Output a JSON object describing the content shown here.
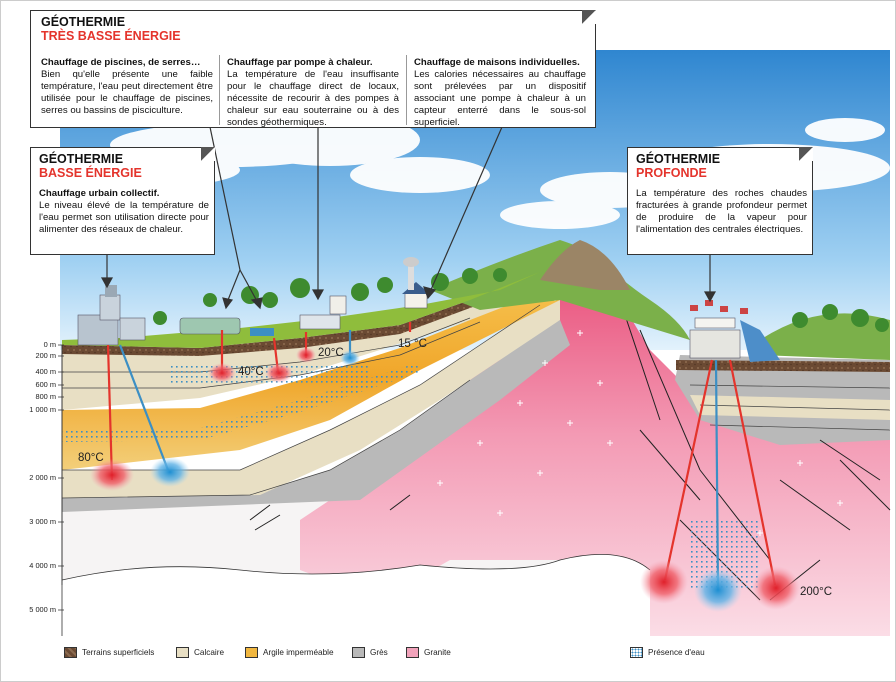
{
  "boxes": {
    "tres_basse": {
      "title": "GÉOTHERMIE",
      "subtitle": "TRÈS BASSE ÉNERGIE",
      "columns": [
        {
          "heading": "Chauffage de piscines, de serres…",
          "text": "Bien qu'elle présente une faible température, l'eau peut directement être utilisée pour le chauffage de piscines, serres ou bassins de pisciculture."
        },
        {
          "heading": "Chauffage par pompe à chaleur.",
          "text": "La température de l'eau insuffisante pour le chauffage direct de locaux, nécessite de recourir à des pompes à chaleur sur eau souterraine ou à des sondes géothermiques."
        },
        {
          "heading": "Chauffage de maisons individuelles.",
          "text": "Les calories nécessaires au chauffage sont prélevées par un dispositif associant une pompe à chaleur à un capteur enterré dans le sous-sol superficiel."
        }
      ]
    },
    "basse": {
      "title": "GÉOTHERMIE",
      "subtitle": "BASSE ÉNERGIE",
      "heading": "Chauffage urbain collectif.",
      "text": "Le niveau élevé de la température de l'eau permet son utilisation directe pour alimenter des réseaux de chaleur."
    },
    "profonde": {
      "title": "GÉOTHERMIE",
      "subtitle": "PROFONDE",
      "text": "La température des roches chaudes fracturées à grande profondeur permet de produire de la vapeur pour l'alimentation des centrales électriques."
    }
  },
  "depth_scale": [
    "0 m",
    "200 m",
    "400 m",
    "600 m",
    "800 m",
    "1 000 m",
    "2 000 m",
    "3 000 m",
    "4 000 m",
    "5 000 m"
  ],
  "temperatures": {
    "t80": "80°C",
    "t40": "40°C",
    "t20": "20°C",
    "t15": "15 °C",
    "t200": "200°C"
  },
  "legend": [
    {
      "label": "Terrains superficiels",
      "color": "#6b4a33"
    },
    {
      "label": "Calcaire",
      "color": "#e8dfc4"
    },
    {
      "label": "Argile imperméable",
      "color": "#f1b740"
    },
    {
      "label": "Grès",
      "color": "#b9b9b9"
    },
    {
      "label": "Granite",
      "color": "#f2a3bb"
    },
    {
      "label": "Présence d'eau",
      "color": "#3c8fc4"
    }
  ],
  "colors": {
    "red": "#e4342c",
    "blue": "#3c8fc4",
    "granite": "#f2a3bb",
    "clay": "#f1b740",
    "limestone": "#e8dfc4",
    "sandstone": "#b9b9b9",
    "sky": "#5ba7dc",
    "grass": "#8fbd3c"
  }
}
